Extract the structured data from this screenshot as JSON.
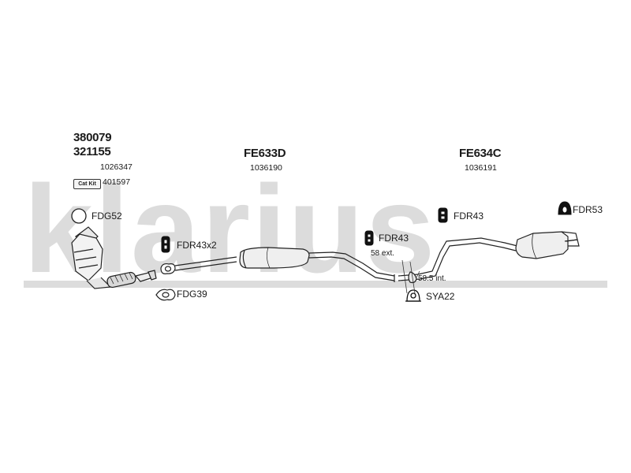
{
  "watermark": "klarius",
  "labels": {
    "code_380079": "380079",
    "code_321155": "321155",
    "num_1026347": "1026347",
    "catkit_badge": "Cat Kit",
    "num_401597": "401597",
    "code_fe633d": "FE633D",
    "num_1036190": "1036190",
    "code_fe634c": "FE634C",
    "num_1036191": "1036191",
    "fdg52": "FDG52",
    "fdr43x2": "FDR43x2",
    "fdg39": "FDG39",
    "fdr43_a": "FDR43",
    "fdr43_b": "FDR43",
    "fdr53": "FDR53",
    "sya22": "SYA22",
    "ext_note": "58 ext.",
    "int_note": "58.5 int."
  }
}
